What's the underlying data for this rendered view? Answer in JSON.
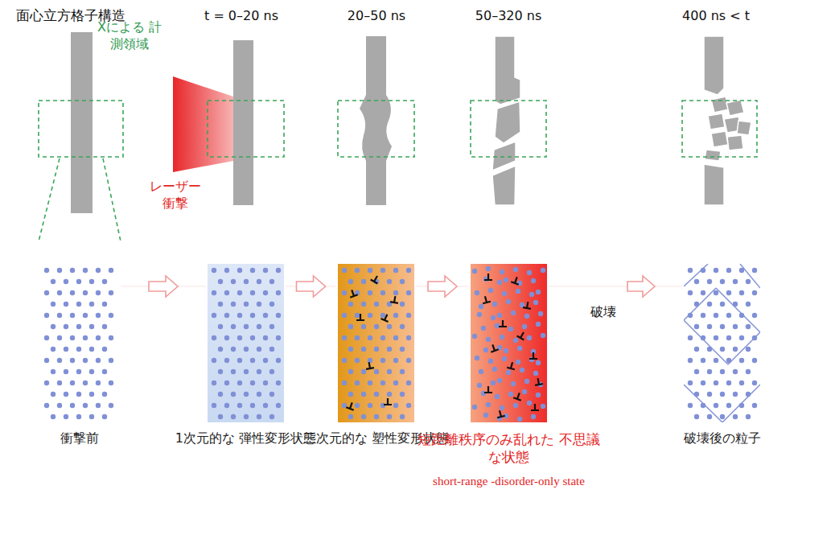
{
  "diagram": {
    "nodes": [
      {
        "text": [
          "衝撃前"
        ]
      },
      {
        "text": [
          "1次元的な 弾性変形状態"
        ]
      },
      {
        "text": [
          "三次元的な 塑性変形状態"
        ]
      },
      {
        "text": [
          "短距離秩序のみ乱れた 不思議な状態",
          "short-range -disorder-only state"
        ]
      },
      {
        "text": [
          "破壊後の粒子"
        ]
      }
    ],
    "edges": [
      {
        "from": 0,
        "to": 1,
        "arrow": "to"
      },
      {
        "from": 1,
        "to": 2,
        "arrow": "to"
      },
      {
        "from": 2,
        "to": 3,
        "arrow": "to"
      },
      {
        "from": 3,
        "to": 4,
        "arrow": "to",
        "label": "破壊"
      }
    ],
    "labels": [
      "面心立方格子構造",
      "t = 0–20 ns",
      "20–50 ns",
      "50–320 ns",
      "400 ns < t",
      "Xによる 計測領域",
      "レーザー 衝撃"
    ]
  }
}
